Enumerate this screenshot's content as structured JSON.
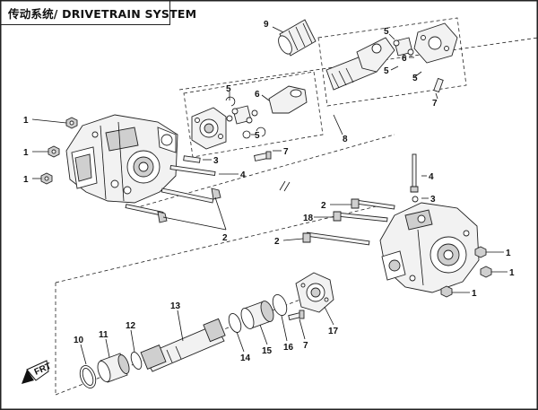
{
  "title": "传动系统/ DRIVETRAIN SYSTEM",
  "callouts": {
    "l1a": "1",
    "l1b": "1",
    "l1c": "1",
    "l2": "2",
    "l3": "3",
    "l4": "4",
    "l5a": "5",
    "l5b": "5",
    "l6": "6",
    "l7": "7",
    "l8": "8",
    "l9": "9",
    "l5c": "5",
    "l6b": "6",
    "l5d": "5",
    "l5e": "5",
    "l7b": "7",
    "r4": "4",
    "r3": "3",
    "r2a": "2",
    "r18": "18",
    "r2b": "2",
    "r1a": "1",
    "r1b": "1",
    "r1c": "1",
    "b10": "10",
    "b11": "11",
    "b12": "12",
    "b13": "13",
    "b14": "14",
    "b15": "15",
    "b16": "16",
    "b7": "7",
    "b17": "17"
  },
  "front_badge": "FRT"
}
